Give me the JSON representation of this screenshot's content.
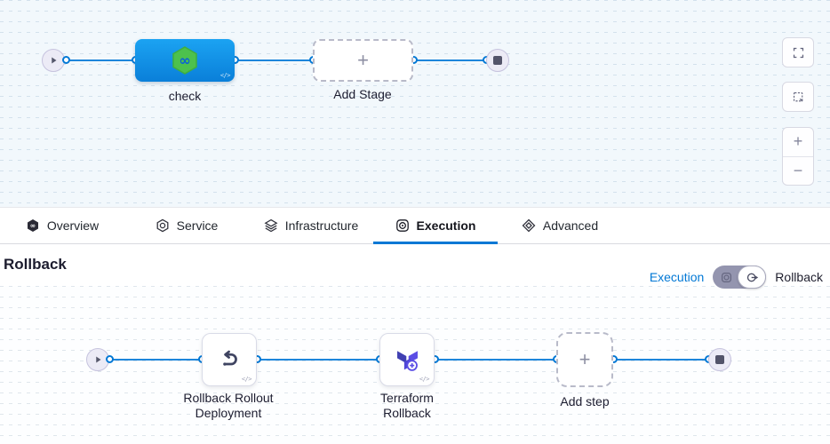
{
  "glyphs": {
    "code": "</>",
    "plus": "+",
    "minus": "−"
  },
  "colors": {
    "accent_blue": "#0278D5",
    "stage_blue": "#0B8FE4",
    "harness_green": "#4DC14D",
    "terraform_purple": "#5C4EE5",
    "edge_blue": "#1D86DB"
  },
  "top_pipeline": {
    "stage_label": "check",
    "add_stage_label": "Add Stage"
  },
  "tabs": [
    {
      "label": "Overview",
      "active": false
    },
    {
      "label": "Service",
      "active": false
    },
    {
      "label": "Infrastructure",
      "active": false
    },
    {
      "label": "Execution",
      "active": true
    },
    {
      "label": "Advanced",
      "active": false
    }
  ],
  "section_header": {
    "title": "Rollback",
    "toggle_left_label": "Execution",
    "toggle_right_label": "Rollback"
  },
  "bottom_pipeline": {
    "step1_line1": "Rollback Rollout",
    "step1_line2": "Deployment",
    "step2_line1": "Terraform",
    "step2_line2": "Rollback",
    "add_step_label": "Add step"
  }
}
